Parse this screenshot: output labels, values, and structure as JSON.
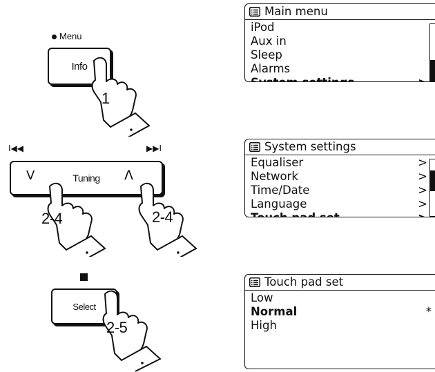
{
  "buttons": {
    "info": {
      "label": "Info",
      "top_label": "Menu",
      "step": "1"
    },
    "tuning": {
      "label": "Tuning",
      "left_arrow": "V",
      "right_arrow": "Λ",
      "prev_symbol": "I◀◀",
      "next_symbol": "▶▶I",
      "step_left": "2-4",
      "step_right": "2-4"
    },
    "select": {
      "label": "Select",
      "step": "2-5"
    }
  },
  "screens": [
    {
      "title": "Main menu",
      "items": [
        {
          "label": "iPod",
          "selected": false
        },
        {
          "label": "Aux in",
          "selected": false
        },
        {
          "label": "Sleep",
          "selected": false
        },
        {
          "label": "Alarms",
          "selected": false
        },
        {
          "label": "System settings",
          "selected": true,
          "marker": ">"
        }
      ]
    },
    {
      "title": "System settings",
      "items": [
        {
          "label": "Equaliser",
          "selected": false,
          "marker": ">"
        },
        {
          "label": "Network",
          "selected": false,
          "marker": ">"
        },
        {
          "label": "Time/Date",
          "selected": false,
          "marker": ">"
        },
        {
          "label": "Language",
          "selected": false,
          "marker": ">"
        },
        {
          "label": "Touch pad set",
          "selected": true,
          "marker": ">"
        }
      ]
    },
    {
      "title": "Touch pad set",
      "items": [
        {
          "label": "Low",
          "selected": false
        },
        {
          "label": "Normal",
          "selected": true,
          "marker": "*"
        },
        {
          "label": "High",
          "selected": false
        }
      ]
    }
  ]
}
